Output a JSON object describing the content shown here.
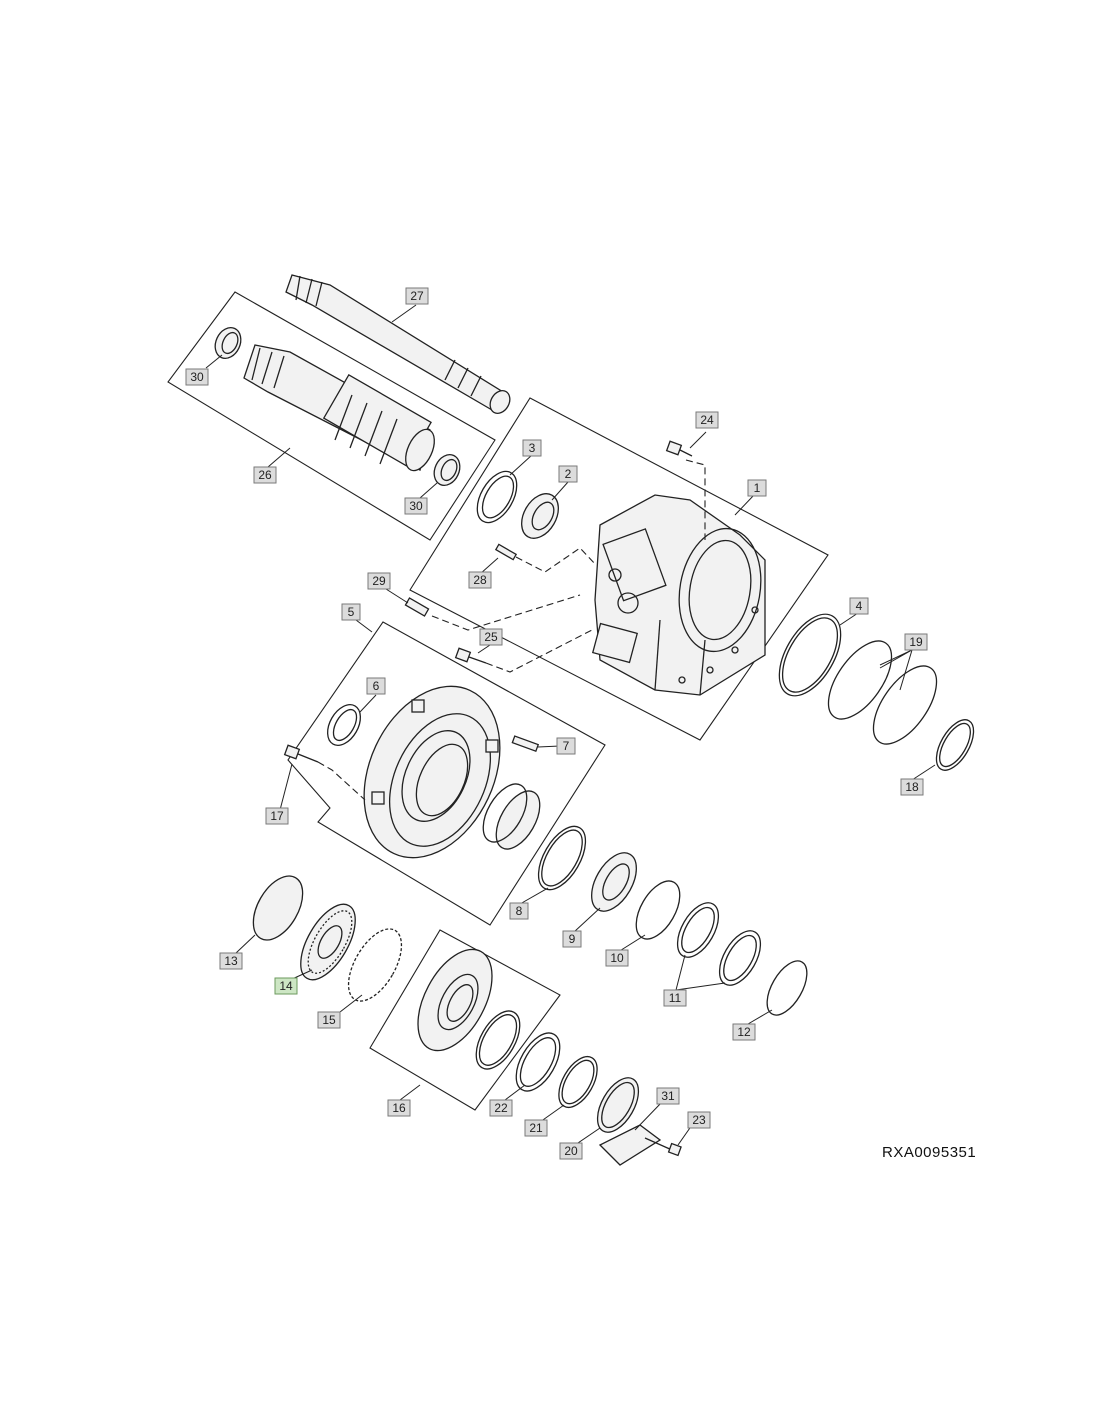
{
  "drawing": {
    "reference_code": "RXA0095351",
    "callouts": [
      {
        "id": "c1",
        "label": "1"
      },
      {
        "id": "c2",
        "label": "2"
      },
      {
        "id": "c3",
        "label": "3"
      },
      {
        "id": "c4",
        "label": "4"
      },
      {
        "id": "c5",
        "label": "5"
      },
      {
        "id": "c6",
        "label": "6"
      },
      {
        "id": "c7",
        "label": "7"
      },
      {
        "id": "c8",
        "label": "8"
      },
      {
        "id": "c9",
        "label": "9"
      },
      {
        "id": "c10",
        "label": "10"
      },
      {
        "id": "c11",
        "label": "11"
      },
      {
        "id": "c12",
        "label": "12"
      },
      {
        "id": "c13",
        "label": "13"
      },
      {
        "id": "c14",
        "label": "14",
        "highlighted": true
      },
      {
        "id": "c15",
        "label": "15"
      },
      {
        "id": "c16",
        "label": "16"
      },
      {
        "id": "c17",
        "label": "17"
      },
      {
        "id": "c18",
        "label": "18"
      },
      {
        "id": "c19",
        "label": "19"
      },
      {
        "id": "c20",
        "label": "20"
      },
      {
        "id": "c21",
        "label": "21"
      },
      {
        "id": "c22",
        "label": "22"
      },
      {
        "id": "c23",
        "label": "23"
      },
      {
        "id": "c24",
        "label": "24"
      },
      {
        "id": "c25",
        "label": "25"
      },
      {
        "id": "c26",
        "label": "26"
      },
      {
        "id": "c27",
        "label": "27"
      },
      {
        "id": "c28",
        "label": "28"
      },
      {
        "id": "c29",
        "label": "29"
      },
      {
        "id": "c30a",
        "label": "30"
      },
      {
        "id": "c30b",
        "label": "30"
      },
      {
        "id": "c31",
        "label": "31"
      }
    ],
    "colors": {
      "callout_fill": "#dcdcdc",
      "callout_highlight_fill": "#cde6c4",
      "line": "#222222"
    }
  }
}
